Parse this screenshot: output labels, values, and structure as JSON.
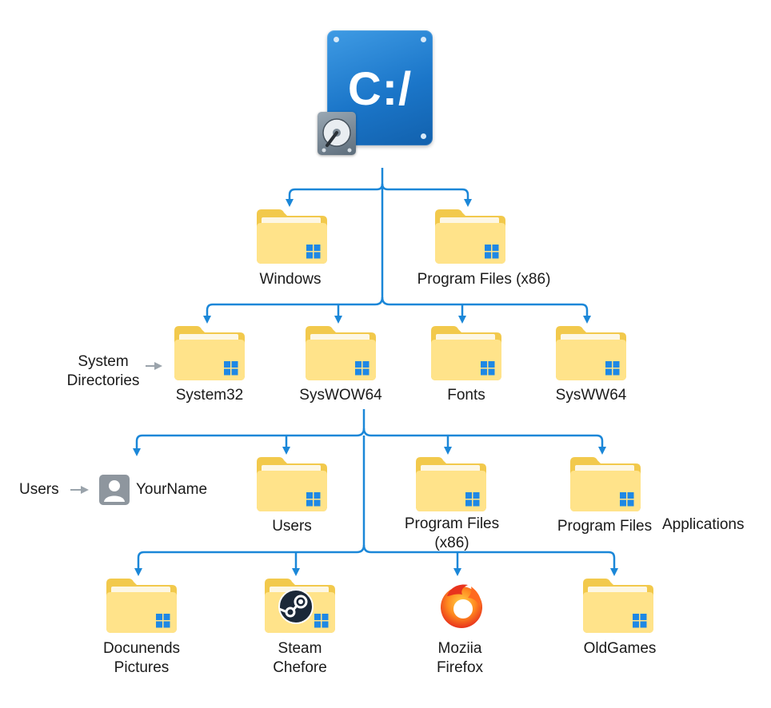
{
  "root": {
    "label": "C:/",
    "icon": "drive-icon"
  },
  "level1": [
    {
      "id": "windows",
      "label": "Windows"
    },
    {
      "id": "program-files-x86",
      "label": "Program Files (x86)"
    }
  ],
  "level2": [
    {
      "id": "system32",
      "label": "System32"
    },
    {
      "id": "syswow64",
      "label": "SysWOW64"
    },
    {
      "id": "fonts",
      "label": "Fonts"
    },
    {
      "id": "sysww64",
      "label": "SysWW64"
    }
  ],
  "level3": [
    {
      "id": "users",
      "label": "Users"
    },
    {
      "id": "program-files-x86-2",
      "label": "Program Files\n(x86)"
    },
    {
      "id": "program-files",
      "label": "Program Files"
    }
  ],
  "level4": [
    {
      "id": "documents",
      "label": "Docunends\nPictures",
      "icon": "folder-icon"
    },
    {
      "id": "steam",
      "label": "Steam\nChefore",
      "icon": "steam-icon"
    },
    {
      "id": "firefox",
      "label": "Moziia\nFirefox",
      "icon": "firefox-icon"
    },
    {
      "id": "oldgames",
      "label": "OldGames",
      "icon": "folder-icon"
    }
  ],
  "annotations": {
    "system_directories": "System\nDirectories",
    "users": "Users",
    "user_name": "YourName",
    "applications": "Applications"
  },
  "colors": {
    "connector": "#1b87d8",
    "folder_back": "#f2c94c",
    "folder_front": "#ffe38a",
    "windows_logo": "#1e88e5",
    "side_arrow": "#9aa3ab"
  }
}
